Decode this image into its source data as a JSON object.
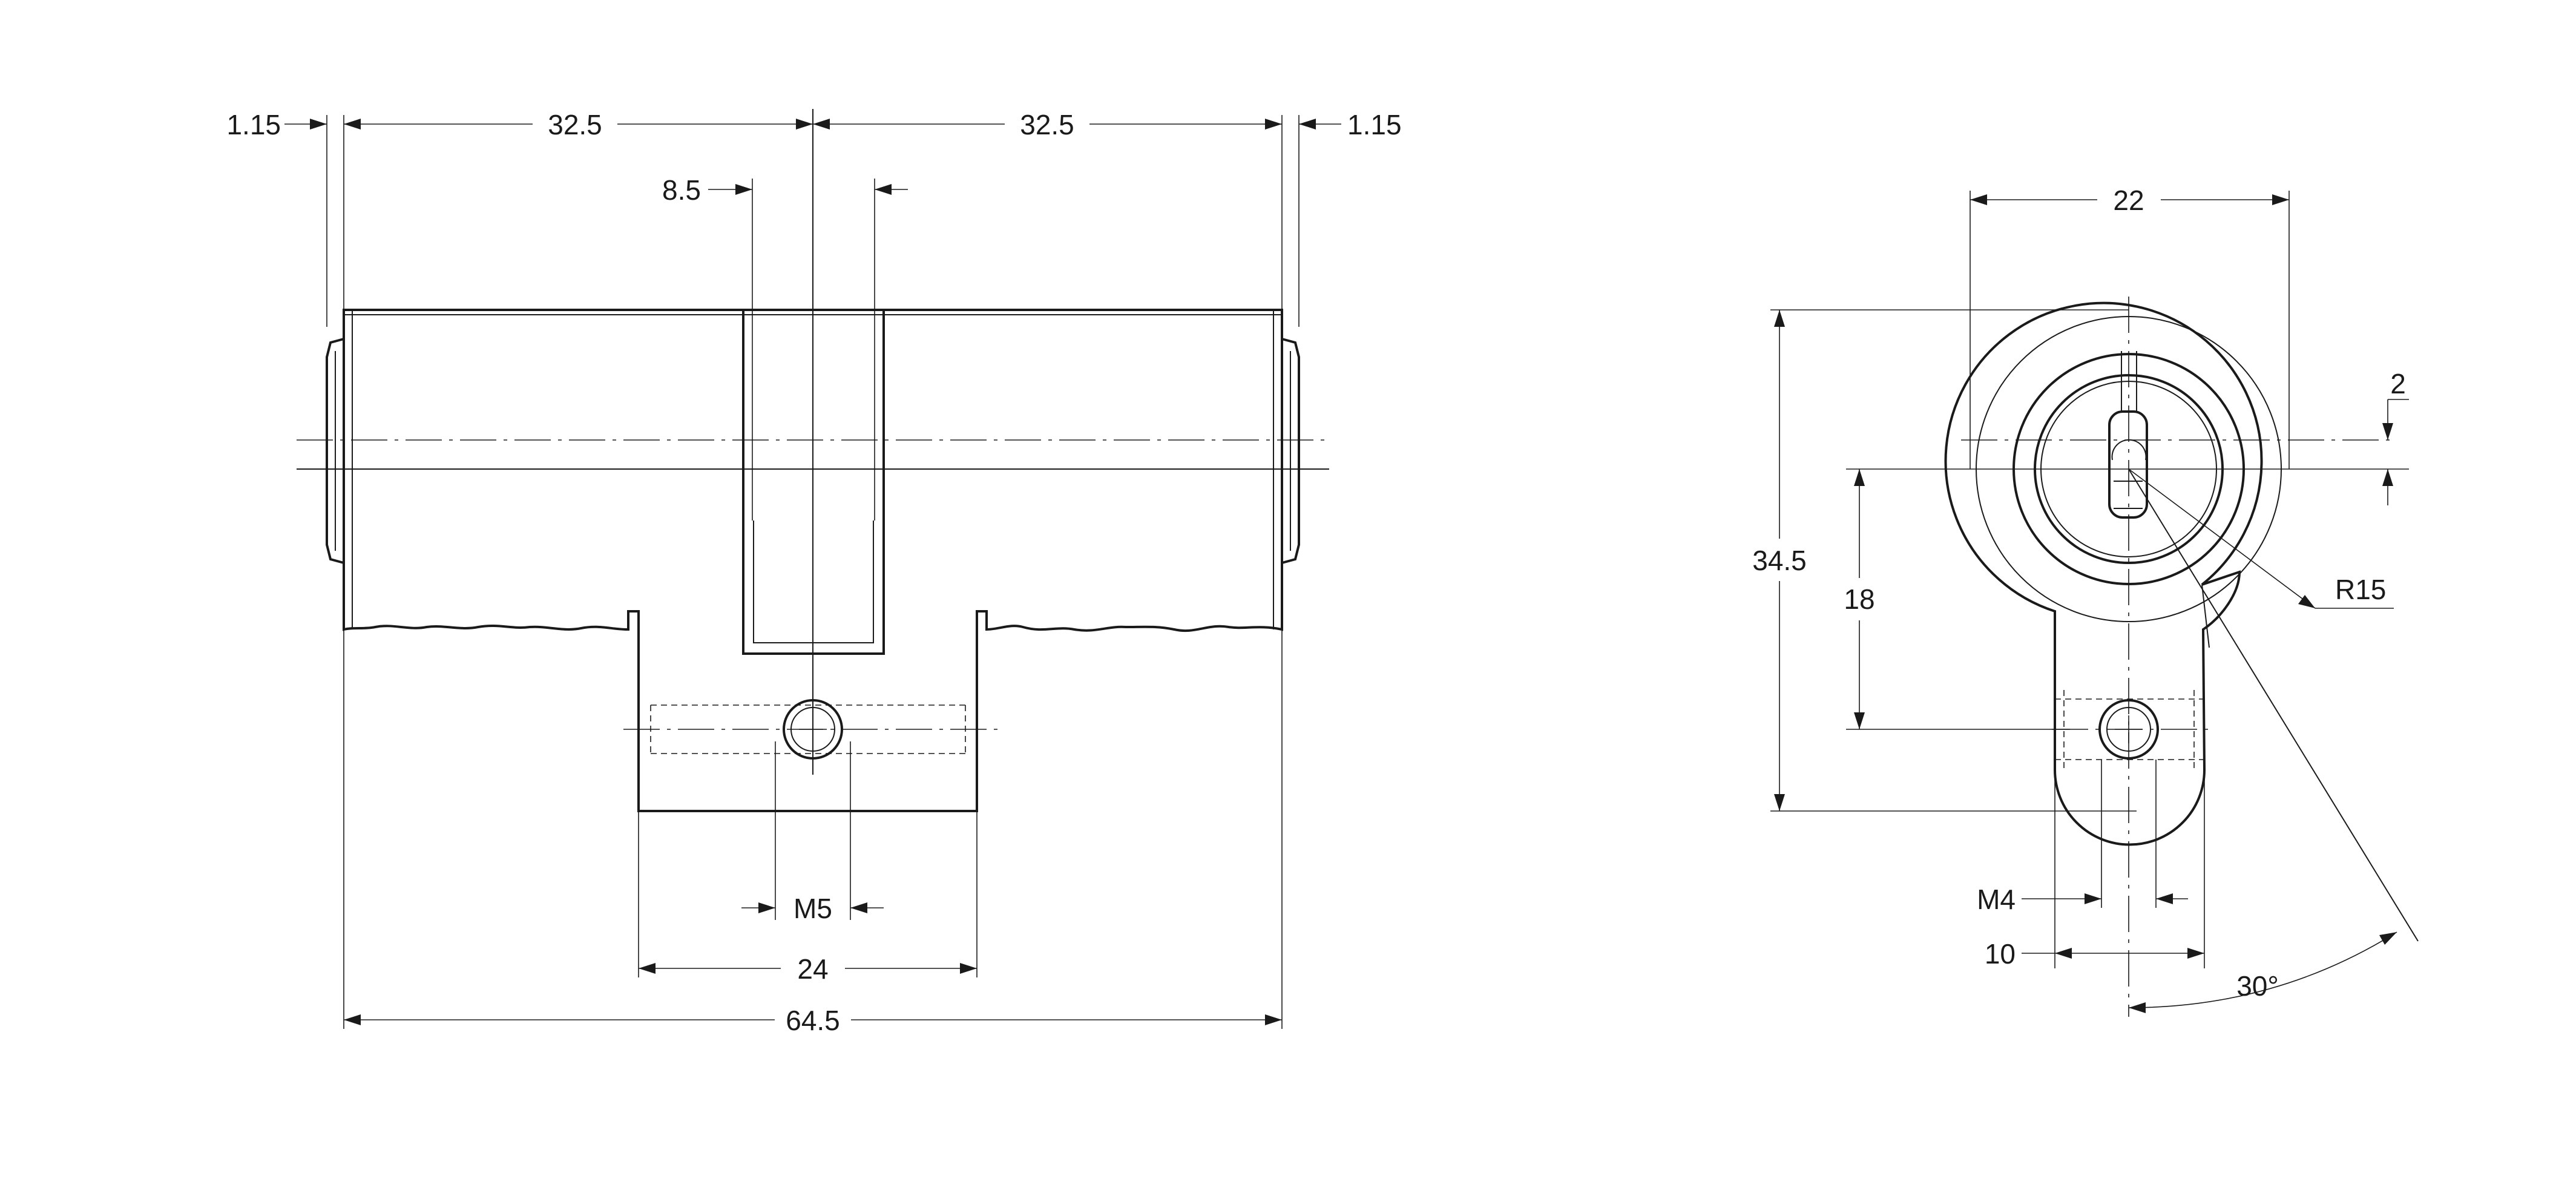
{
  "side_view": {
    "dims": {
      "left_shoulder": "1.15",
      "left_half": "32.5",
      "right_half": "32.5",
      "right_shoulder": "1.15",
      "cam_offset": "8.5",
      "thread": "M5",
      "body_width": "24",
      "total_length": "64.5"
    }
  },
  "end_view": {
    "dims": {
      "diameter": "22",
      "offset": "2",
      "radius": "R15",
      "height": "34.5",
      "axis_to_screw": "18",
      "thread": "M4",
      "width": "10",
      "angle": "30°"
    }
  }
}
